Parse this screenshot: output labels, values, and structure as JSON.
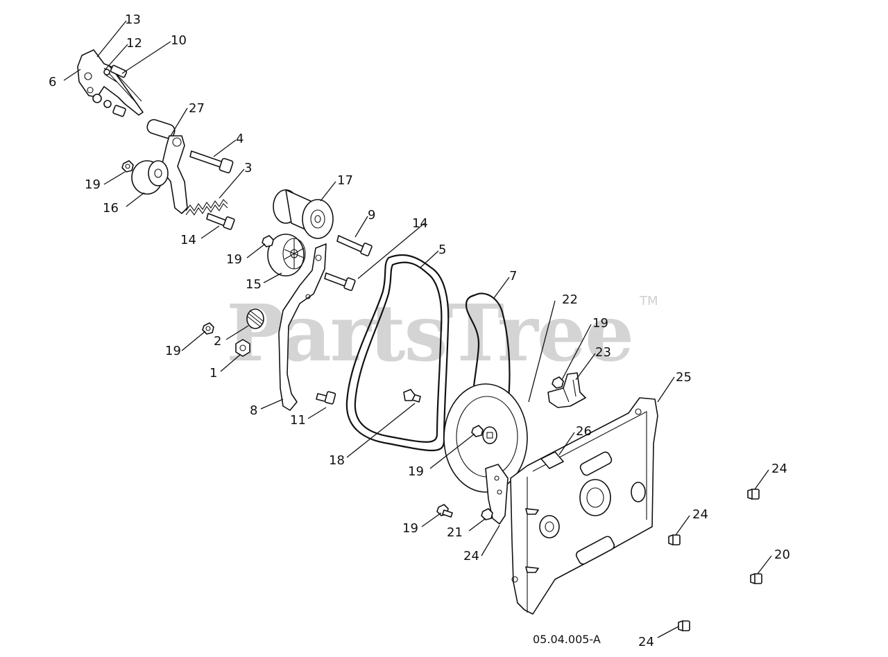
{
  "watermark": {
    "brand": "PartsTree",
    "trademark": "TM"
  },
  "diagram_id": "05.04.005-A",
  "callouts": [
    "13",
    "12",
    "10",
    "6",
    "27",
    "4",
    "3",
    "19",
    "16",
    "14",
    "17",
    "9",
    "14",
    "5",
    "19",
    "15",
    "7",
    "22",
    "19",
    "23",
    "2",
    "19",
    "1",
    "8",
    "11",
    "25",
    "26",
    "18",
    "19",
    "24",
    "24",
    "20",
    "19",
    "21",
    "24",
    "24"
  ]
}
